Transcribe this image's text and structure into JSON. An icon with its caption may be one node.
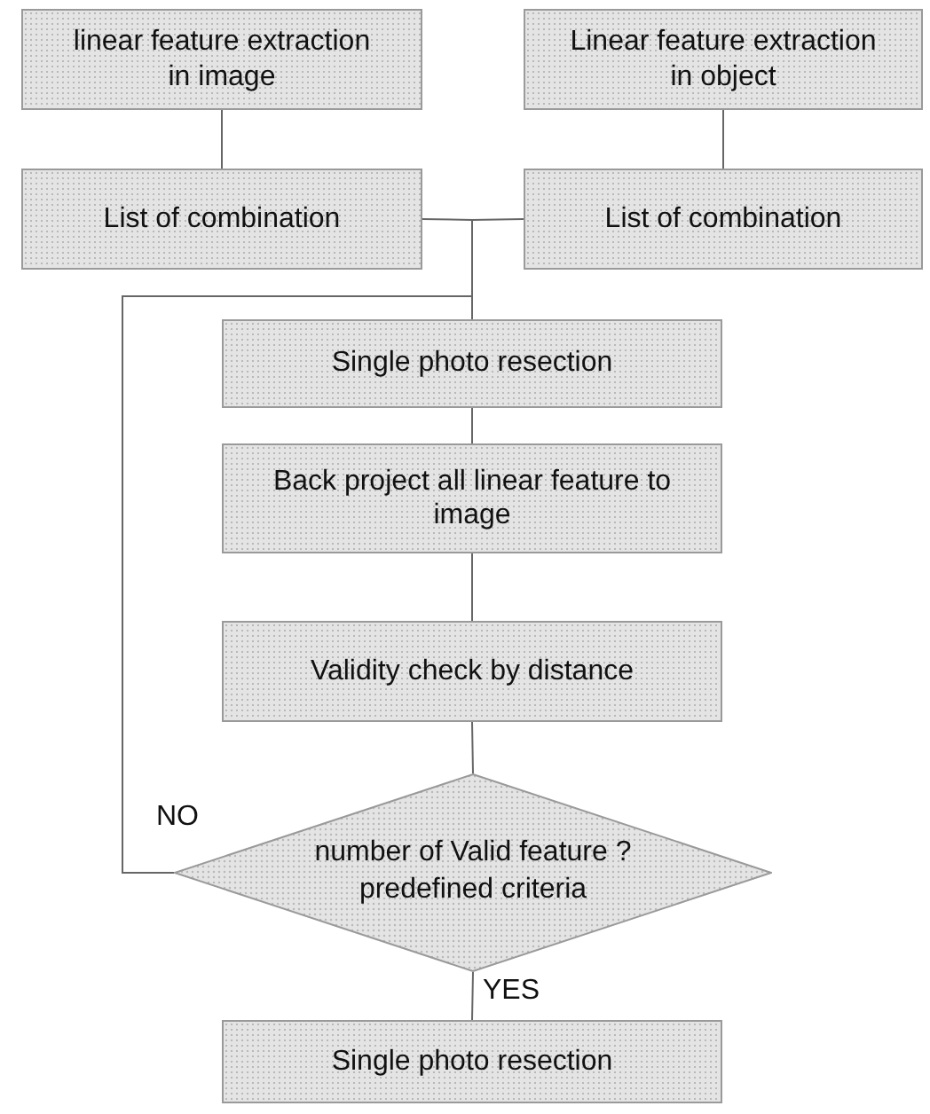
{
  "diagram": {
    "nodes": [
      {
        "text": [
          "linear feature extraction in image"
        ]
      },
      {
        "text": [
          "Linear feature extraction in object"
        ]
      },
      {
        "text": [
          "List of combination"
        ]
      },
      {
        "text": [
          "List of combination"
        ]
      },
      {
        "text": [
          "Single photo resection"
        ]
      },
      {
        "text": [
          "Back project all linear feature to image"
        ]
      },
      {
        "text": [
          "Validity check by distance"
        ]
      },
      {
        "text": [
          "number of Valid feature ? predefined criteria"
        ]
      },
      {
        "text": [
          "Single photo resection"
        ]
      }
    ],
    "edges": [
      {
        "from": 0,
        "to": 2,
        "arrow": "none"
      },
      {
        "from": 1,
        "to": 3,
        "arrow": "none"
      },
      {
        "from": 2,
        "to": 4,
        "arrow": "none"
      },
      {
        "from": 3,
        "to": 4,
        "arrow": "none"
      },
      {
        "from": 4,
        "to": 5,
        "arrow": "none"
      },
      {
        "from": 5,
        "to": 6,
        "arrow": "none"
      },
      {
        "from": 6,
        "to": 7,
        "arrow": "none"
      },
      {
        "from": 7,
        "to": 8,
        "arrow": "none",
        "label": "YES"
      },
      {
        "from": 7,
        "to": 4,
        "arrow": "none",
        "label": "NO"
      }
    ]
  }
}
